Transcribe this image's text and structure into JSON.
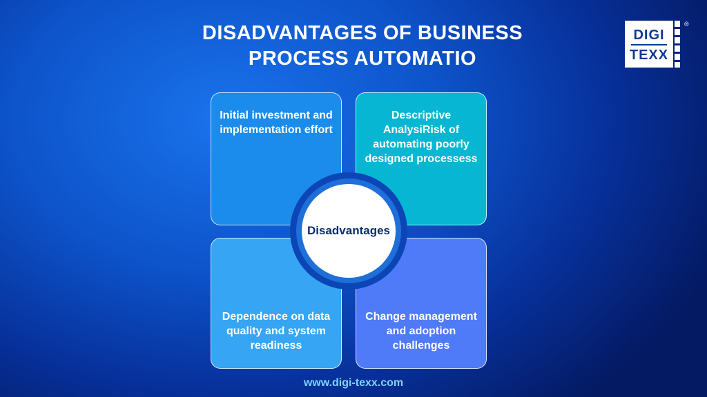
{
  "title": {
    "line1": "DISADVANTAGES OF BUSINESS",
    "line2": "PROCESS AUTOMATIO"
  },
  "logo": {
    "top": "DIGI",
    "bottom": "TEXX",
    "registered": "®"
  },
  "center": {
    "label": "Disadvantages"
  },
  "quadrants": {
    "top_left": "Initial investment and implementation effort",
    "top_right": "Descriptive AnalysiRisk of automating poorly designed processess",
    "bottom_left": "Dependence on data quality and system readiness",
    "bottom_right": "Change management and adoption challenges"
  },
  "colors": {
    "top_left": "#1b8cec",
    "top_right": "#06b6d2",
    "bottom_left": "#35a5f4",
    "bottom_right": "#4f7af8"
  },
  "footer": {
    "url": "www.digi-texx.com"
  }
}
